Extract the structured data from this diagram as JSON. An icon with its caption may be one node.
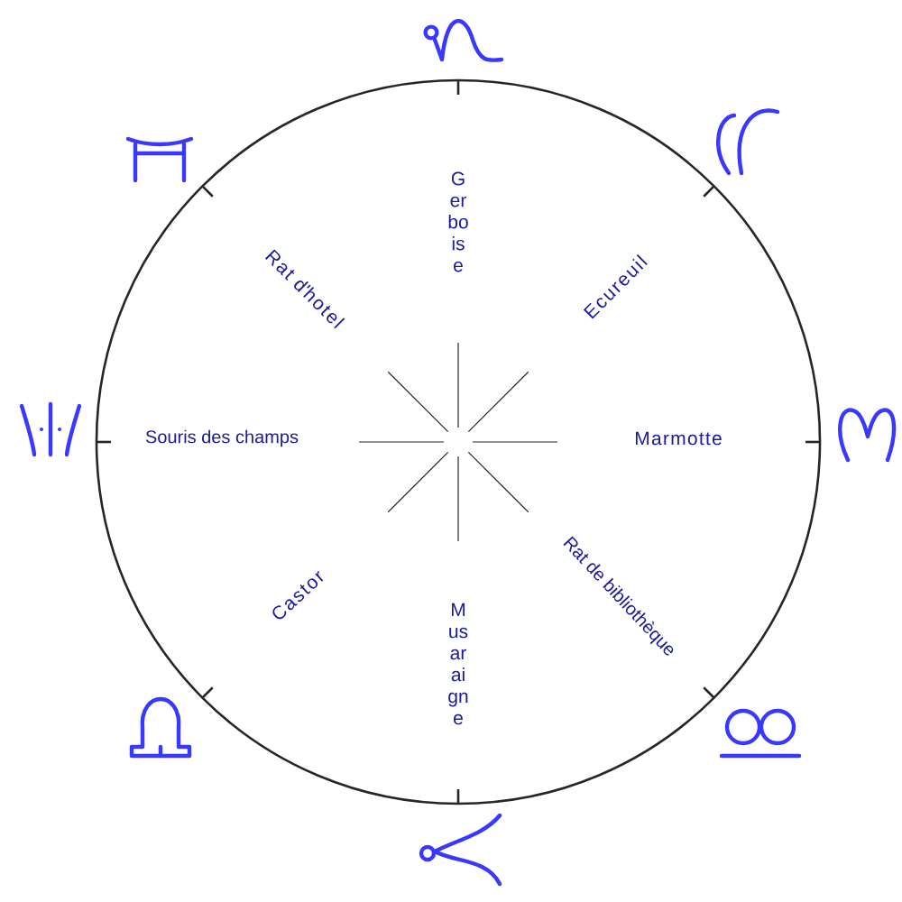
{
  "diagram": {
    "nodes": [
      {
        "text": [
          "Gerboise",
          "Rat d'hotel",
          "Ecureuil",
          "Souris des champs",
          "Marmotte",
          "Castor",
          "Rat de bibliothèque",
          "Musaraigne"
        ]
      }
    ]
  }
}
